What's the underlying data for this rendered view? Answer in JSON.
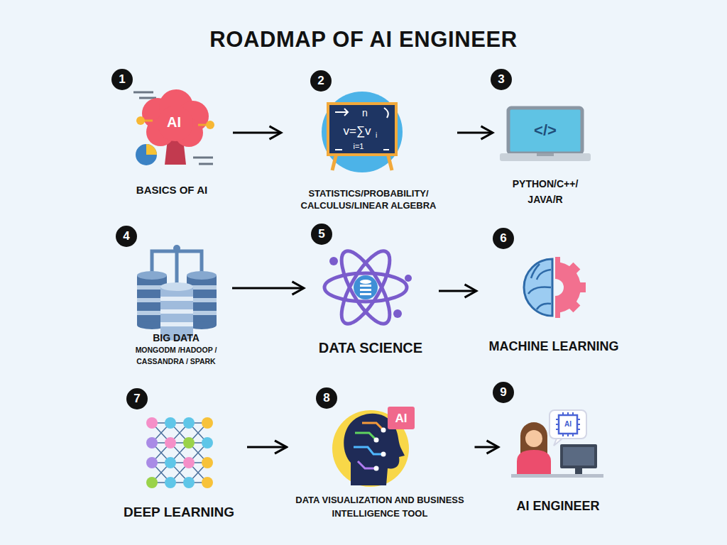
{
  "diagram": {
    "title": "ROADMAP OF AI ENGINEER",
    "nodes": [
      {
        "text": [
          "BASICS OF AI"
        ]
      },
      {
        "text": [
          "STATISTICS/PROBABILITY/ CALCULUS/LINEAR ALGEBRA"
        ]
      },
      {
        "text": [
          "PYTHON/C++/ JAVA/R"
        ]
      },
      {
        "text": [
          "BIG DATA",
          "MONGODM /HADOOP / CASSANDRA / SPARK"
        ]
      },
      {
        "text": [
          "DATA SCIENCE"
        ]
      },
      {
        "text": [
          "MACHINE LEARNING"
        ]
      },
      {
        "text": [
          "DEEP LEARNING"
        ]
      },
      {
        "text": [
          "DATA VISUALIZATION AND BUSINESS INTELLIGENCE TOOL"
        ]
      },
      {
        "text": [
          "AI ENGINEER"
        ]
      }
    ],
    "edges": [
      {
        "from": 0,
        "to": 1,
        "arrow": "to"
      },
      {
        "from": 1,
        "to": 2,
        "arrow": "to"
      },
      {
        "from": 3,
        "to": 4,
        "arrow": "to"
      },
      {
        "from": 4,
        "to": 5,
        "arrow": "to"
      },
      {
        "from": 6,
        "to": 7,
        "arrow": "to"
      },
      {
        "from": 7,
        "to": 8,
        "arrow": "to"
      }
    ],
    "labels": [
      "1",
      "AI",
      "2",
      "n",
      "v=∑v",
      "i",
      "i=1",
      "3",
      "</>",
      "4",
      "5",
      "6",
      "7",
      "8",
      "AI",
      "9",
      "AI"
    ]
  }
}
